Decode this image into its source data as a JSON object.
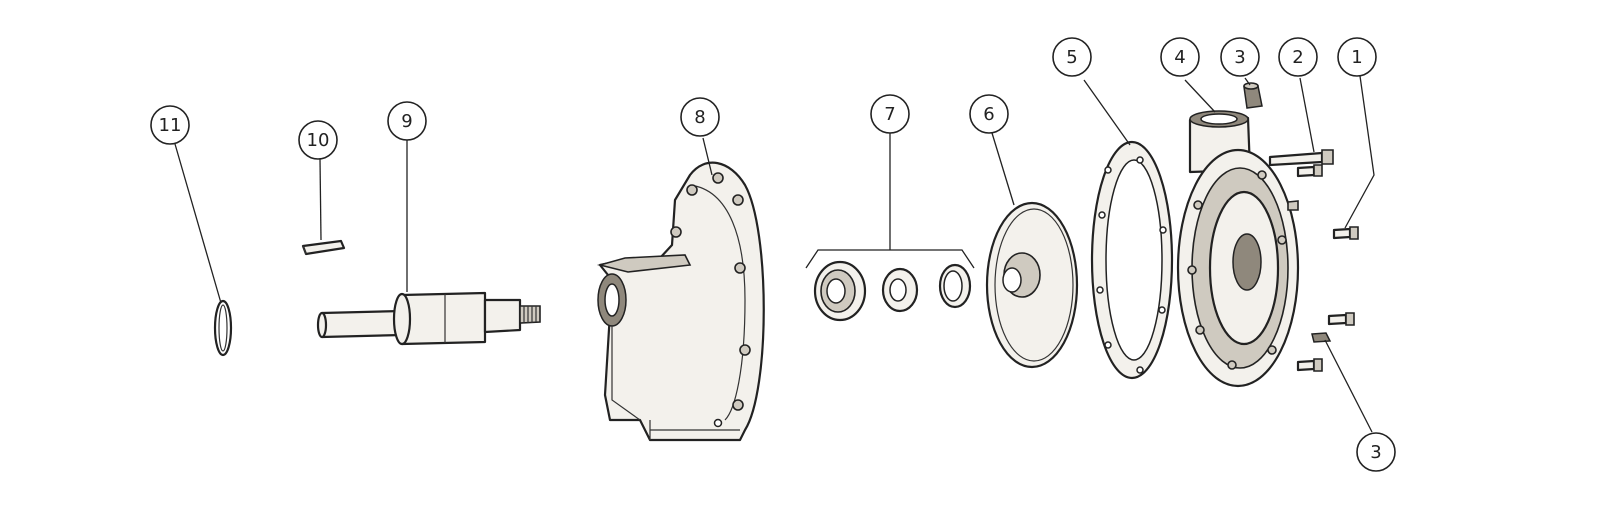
{
  "callouts": [
    {
      "id": "c1",
      "label": "1"
    },
    {
      "id": "c2",
      "label": "2"
    },
    {
      "id": "c3a",
      "label": "3"
    },
    {
      "id": "c4",
      "label": "4"
    },
    {
      "id": "c5",
      "label": "5"
    },
    {
      "id": "c6",
      "label": "6"
    },
    {
      "id": "c7",
      "label": "7"
    },
    {
      "id": "c8",
      "label": "8"
    },
    {
      "id": "c9",
      "label": "9"
    },
    {
      "id": "c10",
      "label": "10"
    },
    {
      "id": "c11",
      "label": "11"
    },
    {
      "id": "c3b",
      "label": "3"
    }
  ]
}
